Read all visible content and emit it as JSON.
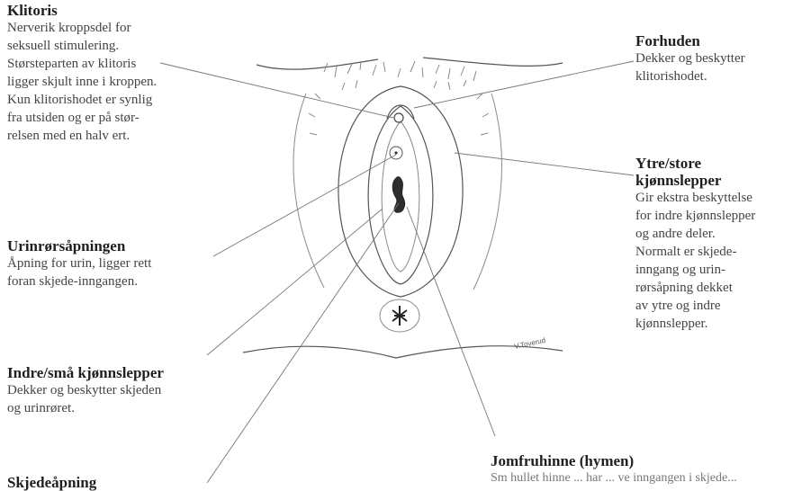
{
  "labels": {
    "klitoris": {
      "title": "Klitoris",
      "lines": [
        "Nerverik kroppsdel for",
        "seksuell stimulering.",
        "Størsteparten av klitoris",
        "ligger skjult inne i kroppen.",
        "Kun klitorishodet er synlig",
        "fra utsiden og er på stør-",
        "relsen med en halv ert."
      ]
    },
    "urinror": {
      "title": "Urinrørsåpningen",
      "lines": [
        "Åpning for urin, ligger rett",
        "foran skjede-inngangen."
      ]
    },
    "indre": {
      "title": "Indre/små kjønnslepper",
      "lines": [
        "Dekker og beskytter skjeden",
        "og urinrøret."
      ]
    },
    "skjede": {
      "title": "Skjedeåpning"
    },
    "forhuden": {
      "title": "Forhuden",
      "lines": [
        "Dekker og beskytter",
        "klitorishodet."
      ]
    },
    "ytre": {
      "title_line1": "Ytre/store",
      "title_line2": "kjønnslepper",
      "lines": [
        "Gir ekstra beskyttelse",
        "for indre kjønnslepper",
        "og andre deler.",
        "Normalt er skjede-",
        "inngang og urin-",
        "rørsåpning dekket",
        "av ytre og indre",
        "kjønnslepper."
      ]
    },
    "jomfru": {
      "title": "Jomfruhinne (hymen)",
      "partial": "Sm hullet hinne ... har ... ve inngangen i skjede..."
    }
  },
  "signature": "V.Toverud"
}
